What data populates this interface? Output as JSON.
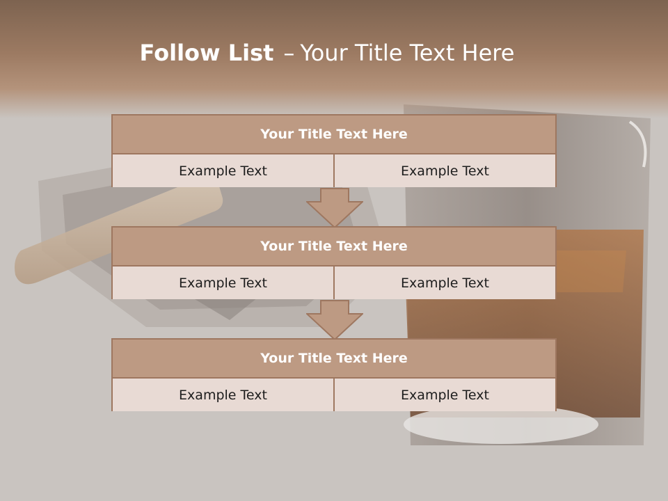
{
  "slide": {
    "title_bold": "Follow List",
    "title_separator": "–",
    "title_rest": "Your Title Text Here"
  },
  "blocks": [
    {
      "title": "Your Title Text Here",
      "cells": [
        "Example Text",
        "Example Text"
      ]
    },
    {
      "title": "Your Title Text Here",
      "cells": [
        "Example Text",
        "Example Text"
      ]
    },
    {
      "title": "Your Title Text Here",
      "cells": [
        "Example Text",
        "Example Text"
      ]
    }
  ],
  "colors": {
    "header": "#9c7a62",
    "block_title": "#bd9a83",
    "block_border": "#9e7760",
    "cell_fill": "#e8dad4",
    "arrow_fill": "#bd9a83",
    "background": "#c9c4c0"
  },
  "background_image": "cigar-ashtray-whiskey-glass-photo"
}
